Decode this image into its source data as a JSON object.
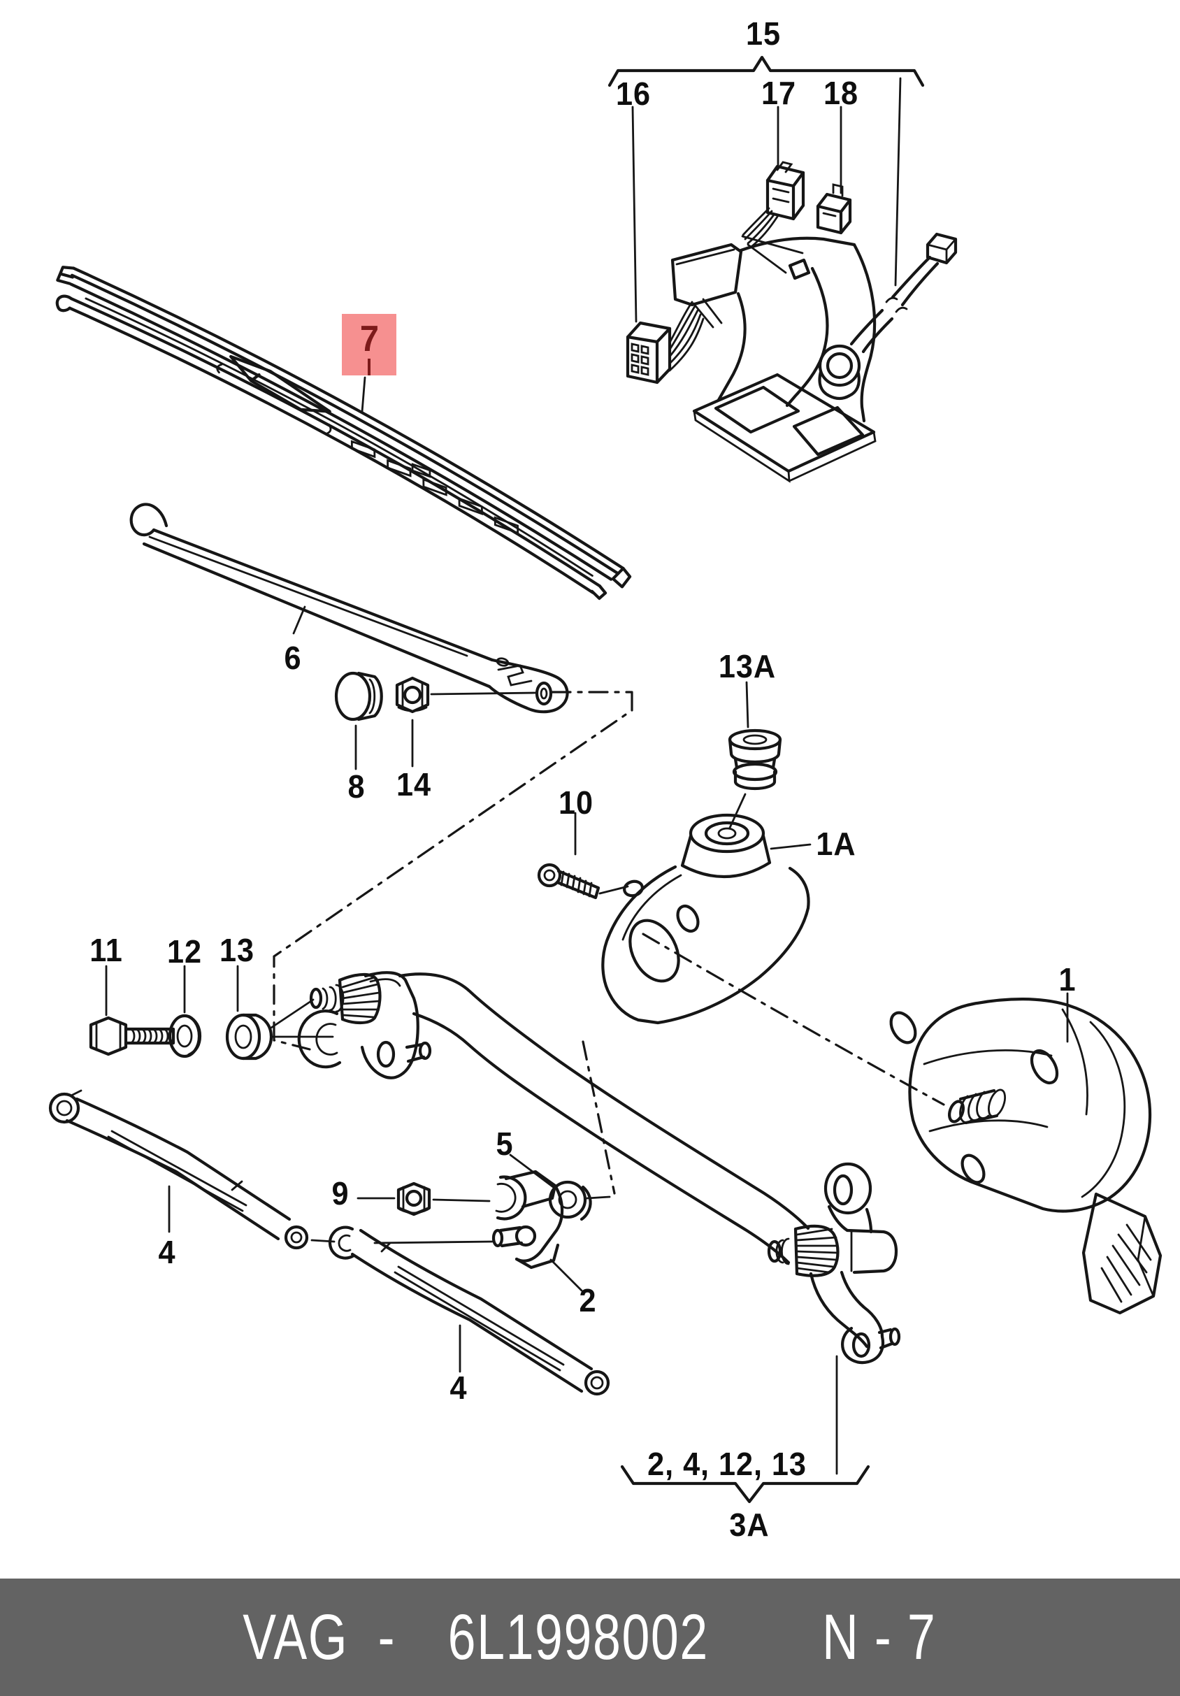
{
  "diagram": {
    "type": "exploded-parts-diagram",
    "subject": "windshield wiper system",
    "background_color": "#ffffff",
    "line_color": "#161616"
  },
  "labels": {
    "p15": "15",
    "p16": "16",
    "p17": "17",
    "p18": "18",
    "p7": "7",
    "p6": "6",
    "p8": "8",
    "p14": "14",
    "p13a": "13A",
    "p10": "10",
    "p1a": "1A",
    "p11": "11",
    "p12": "12",
    "p13": "13",
    "p1": "1",
    "p5": "5",
    "p9": "9",
    "p4_upper": "4",
    "p2": "2",
    "p4_lower": "4",
    "group_callouts": "2, 4, 12, 13",
    "group_ref": "3A"
  },
  "highlight": {
    "part": "7",
    "box_color": "#f69090",
    "text_color": "#7c1a1a"
  },
  "footer": {
    "brand": "VAG",
    "separator": "-",
    "part_number": "6L1998002",
    "page_code": "N - 7",
    "bar_color": "#636363",
    "text_color": "#ffffff"
  }
}
